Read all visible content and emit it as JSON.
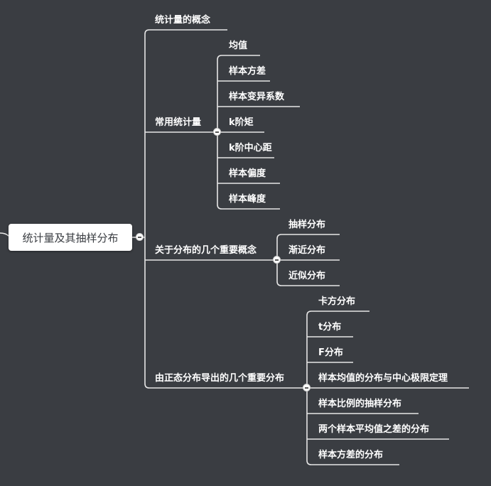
{
  "root": {
    "label": "统计量及其抽样分布"
  },
  "branches": [
    {
      "label": "统计量的概念",
      "children": []
    },
    {
      "label": "常用统计量",
      "children": [
        "均值",
        "样本方差",
        "样本变异系数",
        "k阶矩",
        "k阶中心距",
        "样本偏度",
        "样本峰度"
      ]
    },
    {
      "label": "关于分布的几个重要概念",
      "children": [
        "抽样分布",
        "渐近分布",
        "近似分布"
      ]
    },
    {
      "label": "由正态分布导出的几个重要分布",
      "children": [
        "卡方分布",
        "t分布",
        "F分布",
        "样本均值的分布与中心极限定理",
        "样本比例的抽样分布",
        "两个样本平均值之差的分布",
        "样本方差的分布"
      ]
    }
  ],
  "colors": {
    "background": "#3a3d42",
    "line": "#e6e6e6",
    "text": "#ffffff"
  }
}
